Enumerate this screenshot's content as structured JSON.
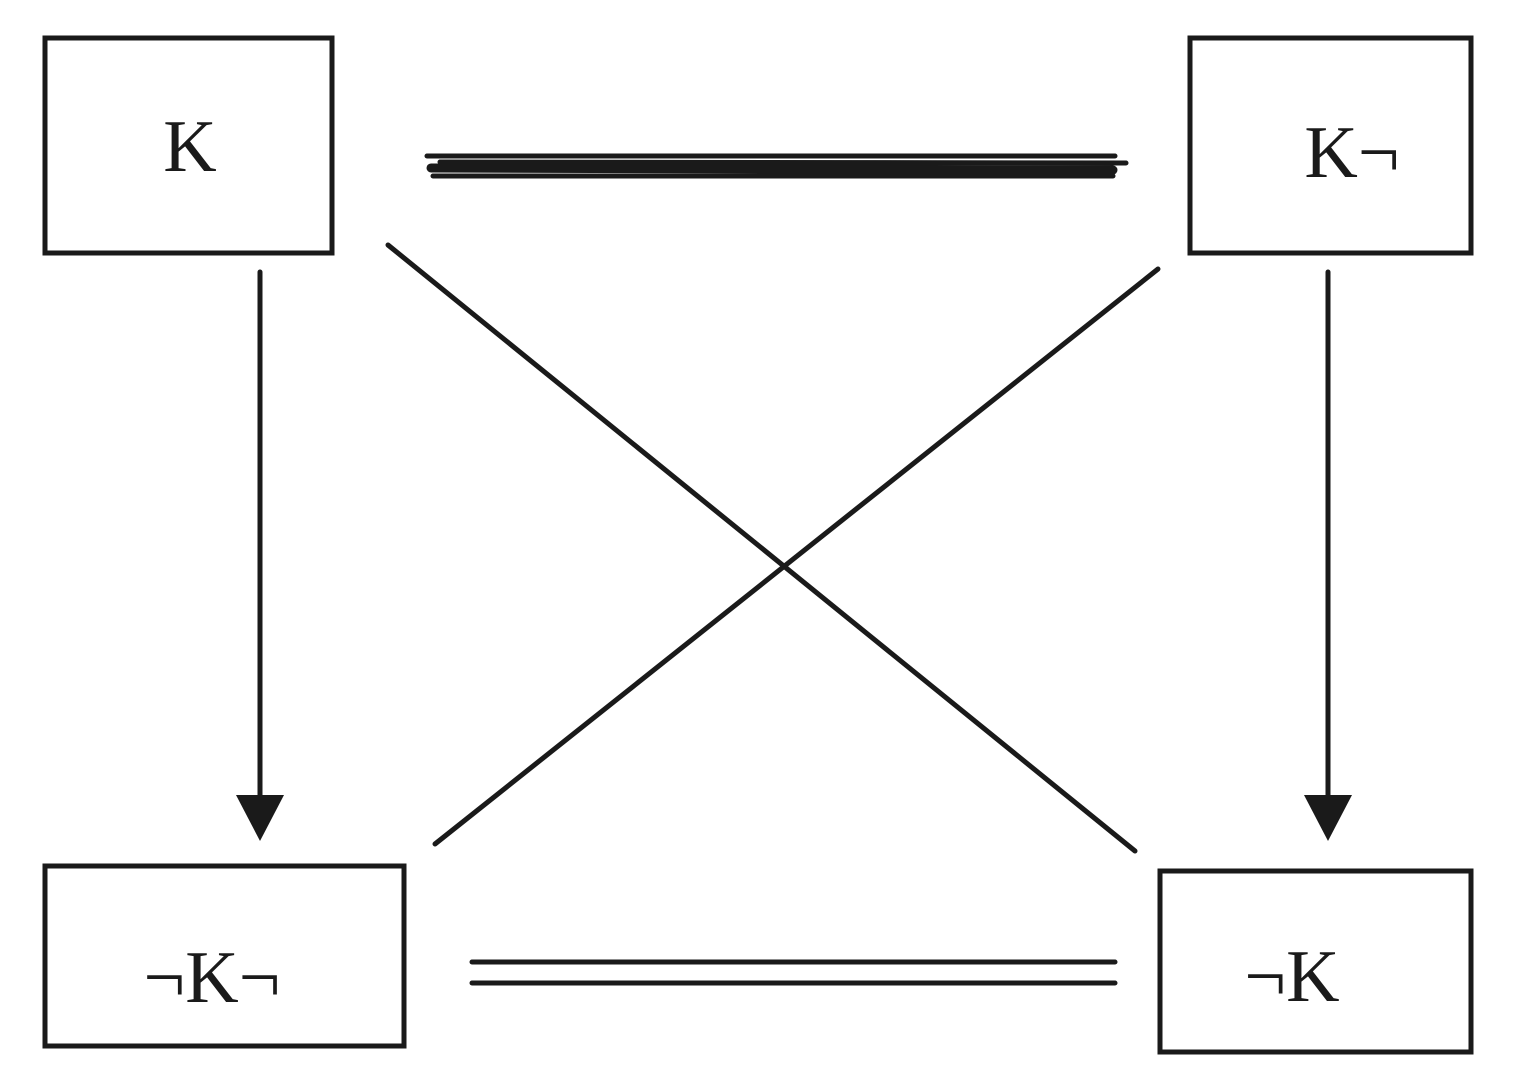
{
  "nodes": {
    "top_left": {
      "label": "K"
    },
    "top_right": {
      "label": "K¬"
    },
    "bottom_left": {
      "label": "¬K¬"
    },
    "bottom_right": {
      "label": "¬K"
    }
  },
  "edges": [
    {
      "from": "top_left",
      "to": "top_right",
      "style": "double-line"
    },
    {
      "from": "bottom_left",
      "to": "bottom_right",
      "style": "double-line"
    },
    {
      "from": "top_left",
      "to": "bottom_left",
      "style": "arrow"
    },
    {
      "from": "top_right",
      "to": "bottom_right",
      "style": "arrow"
    },
    {
      "from": "top_left",
      "to": "bottom_right",
      "style": "line"
    },
    {
      "from": "top_right",
      "to": "bottom_left",
      "style": "line"
    }
  ],
  "colors": {
    "stroke": "#1a1a1a",
    "background": "#ffffff"
  }
}
